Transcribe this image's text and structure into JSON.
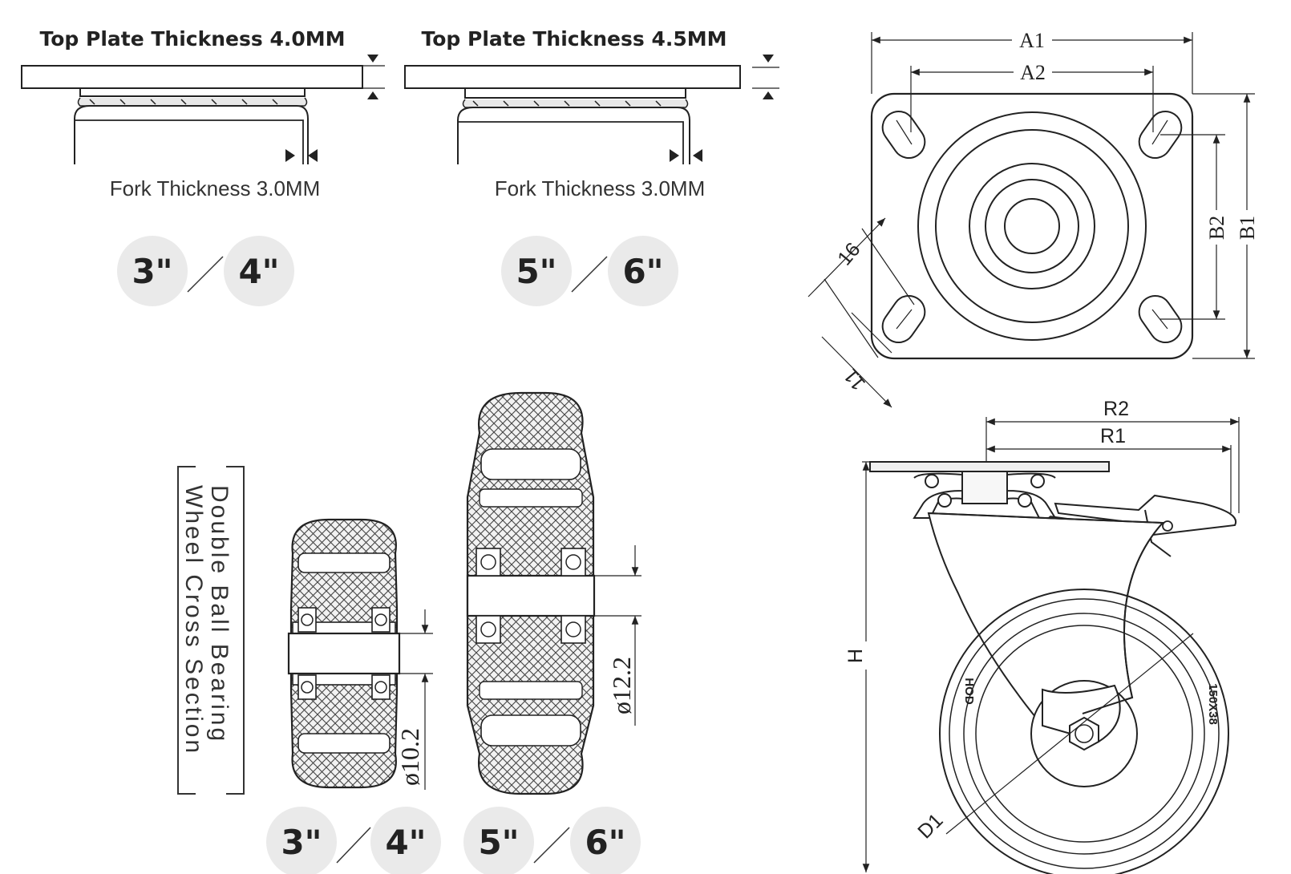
{
  "plates": [
    {
      "title": "Top Plate Thickness 4.0MM",
      "fork": "Fork Thickness 3.0MM",
      "sizes": [
        "3\"",
        "4\""
      ]
    },
    {
      "title": "Top Plate Thickness 4.5MM",
      "fork": "Fork Thickness 3.0MM",
      "sizes": [
        "5\"",
        "6\""
      ]
    }
  ],
  "top_view": {
    "a1": "A1",
    "a2": "A2",
    "b1": "B1",
    "b2": "B2",
    "slot_length": "16",
    "slot_width": "11"
  },
  "side_view": {
    "r2": "R2",
    "r1": "R1",
    "h": "H",
    "d1": "D1",
    "wheel_brand": "HOD",
    "wheel_size": "150X38"
  },
  "cross_section": {
    "caption_line1": "Double Ball Bearing",
    "caption_line2": "Wheel Cross Section",
    "bore_small": "ø10.2",
    "bore_large": "ø12.2",
    "sizes_small": [
      "3\"",
      "4\""
    ],
    "sizes_large": [
      "5\"",
      "6\""
    ]
  }
}
